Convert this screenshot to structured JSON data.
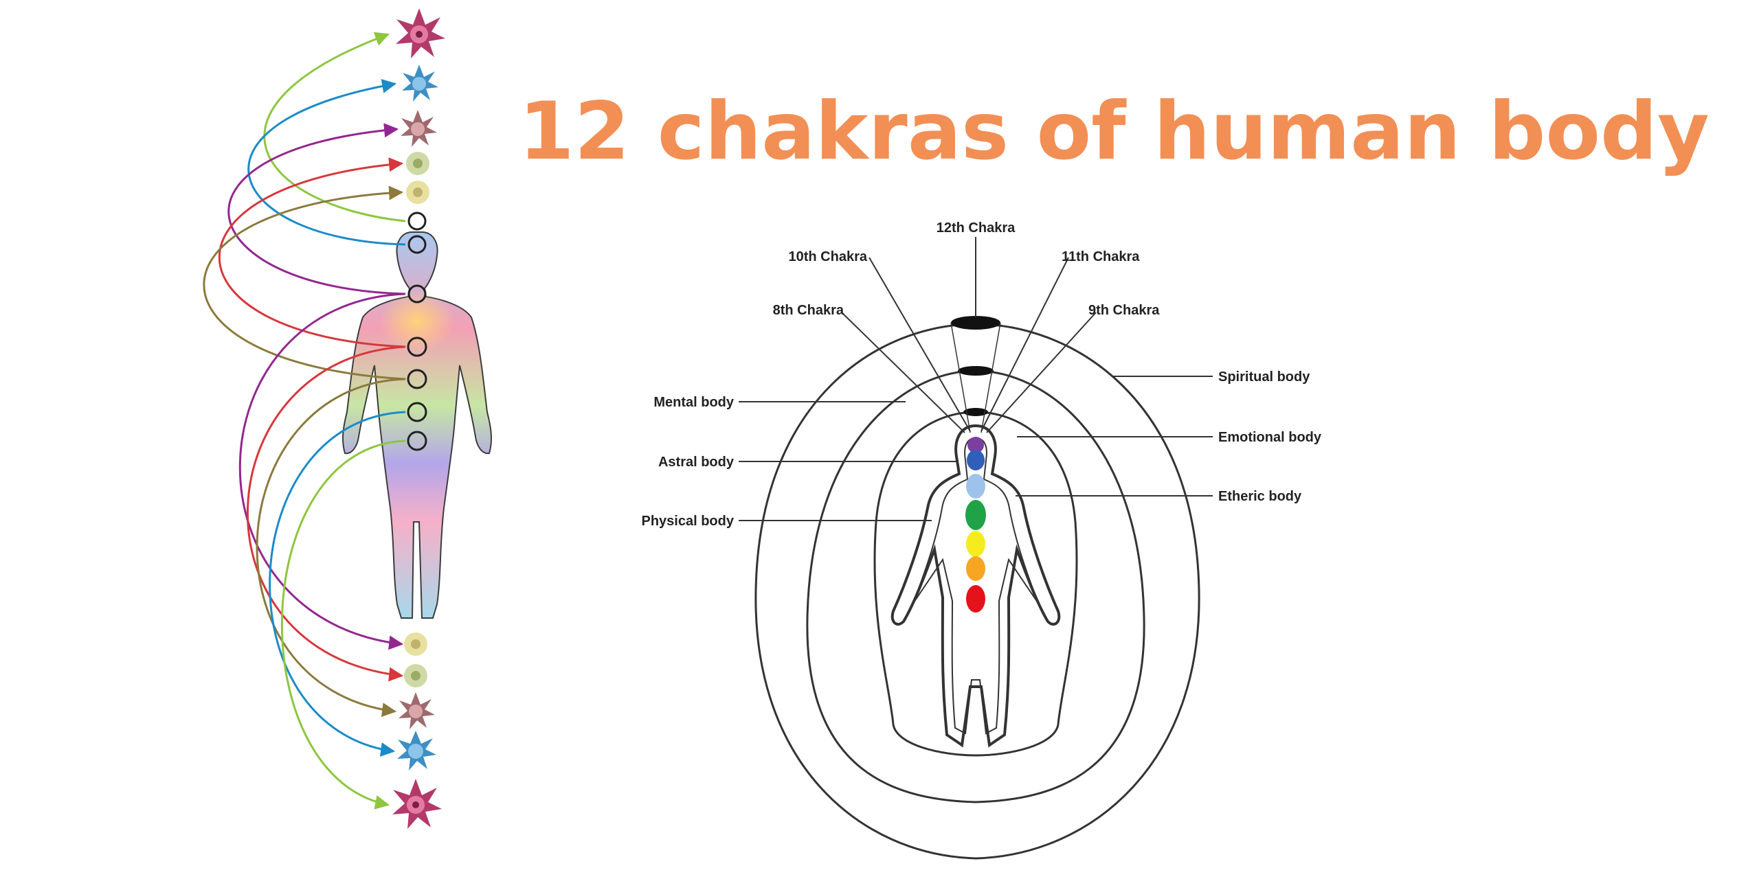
{
  "title": "12 chakras of human body",
  "diagram": {
    "chakra_labels": {
      "c12": "12th Chakra",
      "c10": "10th Chakra",
      "c11": "11th Chakra",
      "c8": "8th Chakra",
      "c9": "9th Chakra"
    },
    "body_labels": {
      "mental": "Mental body",
      "astral": "Astral body",
      "physical": "Physical body",
      "spiritual": "Spiritual body",
      "emotional": "Emotional body",
      "etheric": "Etheric body"
    }
  },
  "colors": {
    "title": "#f28f55",
    "arrows": [
      "#8dc63f",
      "#1b8bc8",
      "#93278f",
      "#d7373c",
      "#8c7a3c"
    ],
    "chakra_dots": [
      "#7b3fa0",
      "#2f5fb8",
      "#9ec3ea",
      "#1fa346",
      "#f5ec1f",
      "#f6a623",
      "#e3131b"
    ]
  }
}
